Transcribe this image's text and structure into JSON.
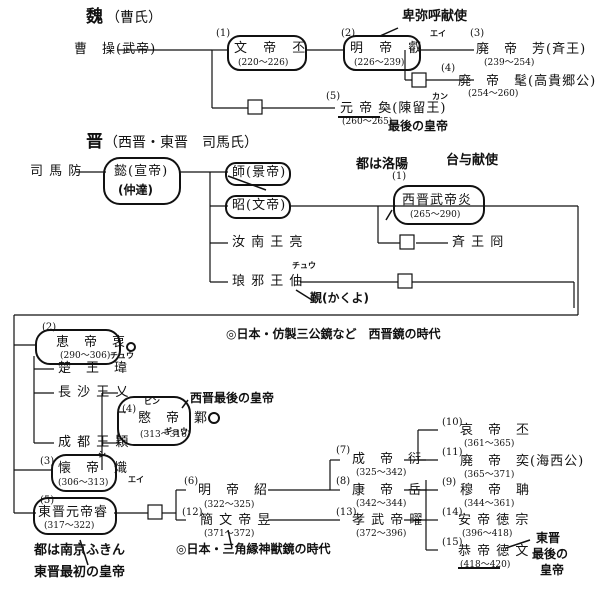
{
  "wei": {
    "title": "魏",
    "clan": "（曹氏）",
    "cao_cao": "曹　操(武帝)",
    "wendi_num": "(1)",
    "wendi": "文 帝 丕",
    "wendi_years": "(220～226)",
    "mingdi_num": "(2)",
    "mingdi": "明 帝 叡",
    "mingdi_years": "(226～239)",
    "feidi_fang_num": "(3)",
    "feidi_fang": "廃　帝　芳(斉王)",
    "feidi_fang_years": "(239～254)",
    "feidi_mao_num": "(4)",
    "feidi_mao": "廃　帝　髦(高貴郷公)",
    "feidi_mao_years": "(254～260)",
    "yuandi_num": "(5)",
    "yuandi": "元 帝 奐(陳留王)",
    "yuandi_years": "(260～265)",
    "note_himiko": "卑弥呼献使",
    "note_ei": "エイ",
    "note_kan": "カン",
    "note_last": "最後の皇帝"
  },
  "jin": {
    "title": "晋",
    "clan": "（西晋・東晋　司馬氏）",
    "sima_fang": "司 馬 防",
    "yi": "懿(宣帝)",
    "yi_note": "(仲達)",
    "shi": "師(景帝)",
    "zhao": "昭(文帝)",
    "runan": "汝 南 王 亮",
    "langya": "琅 邪 王 伷",
    "langya_ruby": "チュウ",
    "jue": "覲(かくよ)",
    "wudi_num": "(1)",
    "wudi": "西晋武帝炎",
    "wudi_years": "(265～290)",
    "qiwang": "斉 王 冏",
    "note_capital": "都は洛陽",
    "note_taiyo": "台与献使",
    "note_japan_west": "◎日本・仿製三公鏡など　西晋鏡の時代",
    "huidi_num": "(2)",
    "huidi": "恵　帝　衷",
    "huidi_years": "(290～306)",
    "huidi_ruby": "チュウ",
    "chu": "楚　王　瑋",
    "changsha": "長 沙 王 乂",
    "mindi_num": "(4)",
    "mindi": "愍　帝　鄴",
    "mindi_years": "(313～316)",
    "mindi_ruby": "ビン",
    "mindi_ruby2": "ギョウ",
    "note_west_last": "西晋最後の皇帝",
    "chengdu": "成 都 王 穎",
    "huaidi_num": "(3)",
    "huaidi": "懐　帝　熾",
    "huaidi_years": "(306～313)",
    "huaidi_ruby": "シ",
    "yuandi_num": "(5)",
    "yuandi": "東晋元帝睿",
    "yuandi_years": "(317～322)",
    "yuandi_ruby": "エイ",
    "note_east_capital": "都は南京ふきん",
    "note_east_first": "東晋最初の皇帝",
    "mingdi_num": "(6)",
    "mingdi": "明　帝　紹",
    "mingdi_years": "(322～325)",
    "jianwen_num": "(12)",
    "jianwen": "簡 文 帝 昱",
    "jianwen_years": "(371～372)",
    "note_japan_east": "◎日本・三角縁神獣鏡の時代",
    "chengdi_num": "(7)",
    "chengdi": "成　帝　衍",
    "chengdi_years": "(325～342)",
    "kangdi_num": "(8)",
    "kangdi": "康　帝　岳",
    "kangdi_years": "(342～344)",
    "xiaowu_num": "(13)",
    "xiaowu": "孝 武 帝 曜",
    "xiaowu_years": "(372～396)",
    "aidi_num": "(10)",
    "aidi": "哀　帝　丕",
    "aidi_years": "(361～365)",
    "feidi_num": "(11)",
    "feidi": "廃　帝　奕(海西公)",
    "feidi_years": "(365～371)",
    "mudi_num": "(9)",
    "mudi": "穆　帝　聃",
    "mudi_years": "(344～361)",
    "andi_num": "(14)",
    "andi": "安 帝 徳 宗",
    "andi_years": "(396～418)",
    "gongdi_num": "(15)",
    "gongdi": "恭 帝 徳 文",
    "gongdi_years": "(418～420)",
    "note_east_last1": "東晋",
    "note_east_last2": "最後の",
    "note_east_last3": "皇帝"
  }
}
